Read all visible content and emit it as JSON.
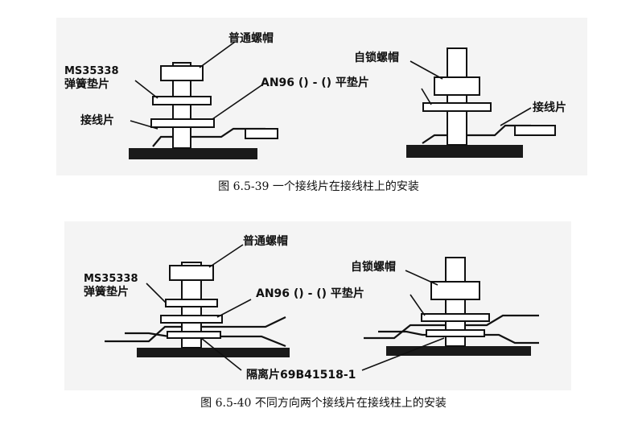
{
  "figure1": {
    "labels": {
      "regular_nut": "普通螺帽",
      "spring_washer": [
        "MS35338",
        "弹簧垫片"
      ],
      "terminal": "接线片",
      "flat_washer": "AN96 () - () 平垫片",
      "self_lock_nut": "自锁螺帽",
      "terminal_right": "接线片"
    },
    "caption": "图 6.5-39 一个接线片在接线柱上的安装"
  },
  "figure2": {
    "labels": {
      "regular_nut": "普通螺帽",
      "spring_washer": [
        "MS35338",
        "弹簧垫片"
      ],
      "flat_washer": "AN96 () - () 平垫片",
      "self_lock_nut": "自锁螺帽",
      "spacer": "隔离片69B41518-1"
    },
    "caption": "图 6.5-40 不同方向两个接线片在接线柱上的安装"
  }
}
